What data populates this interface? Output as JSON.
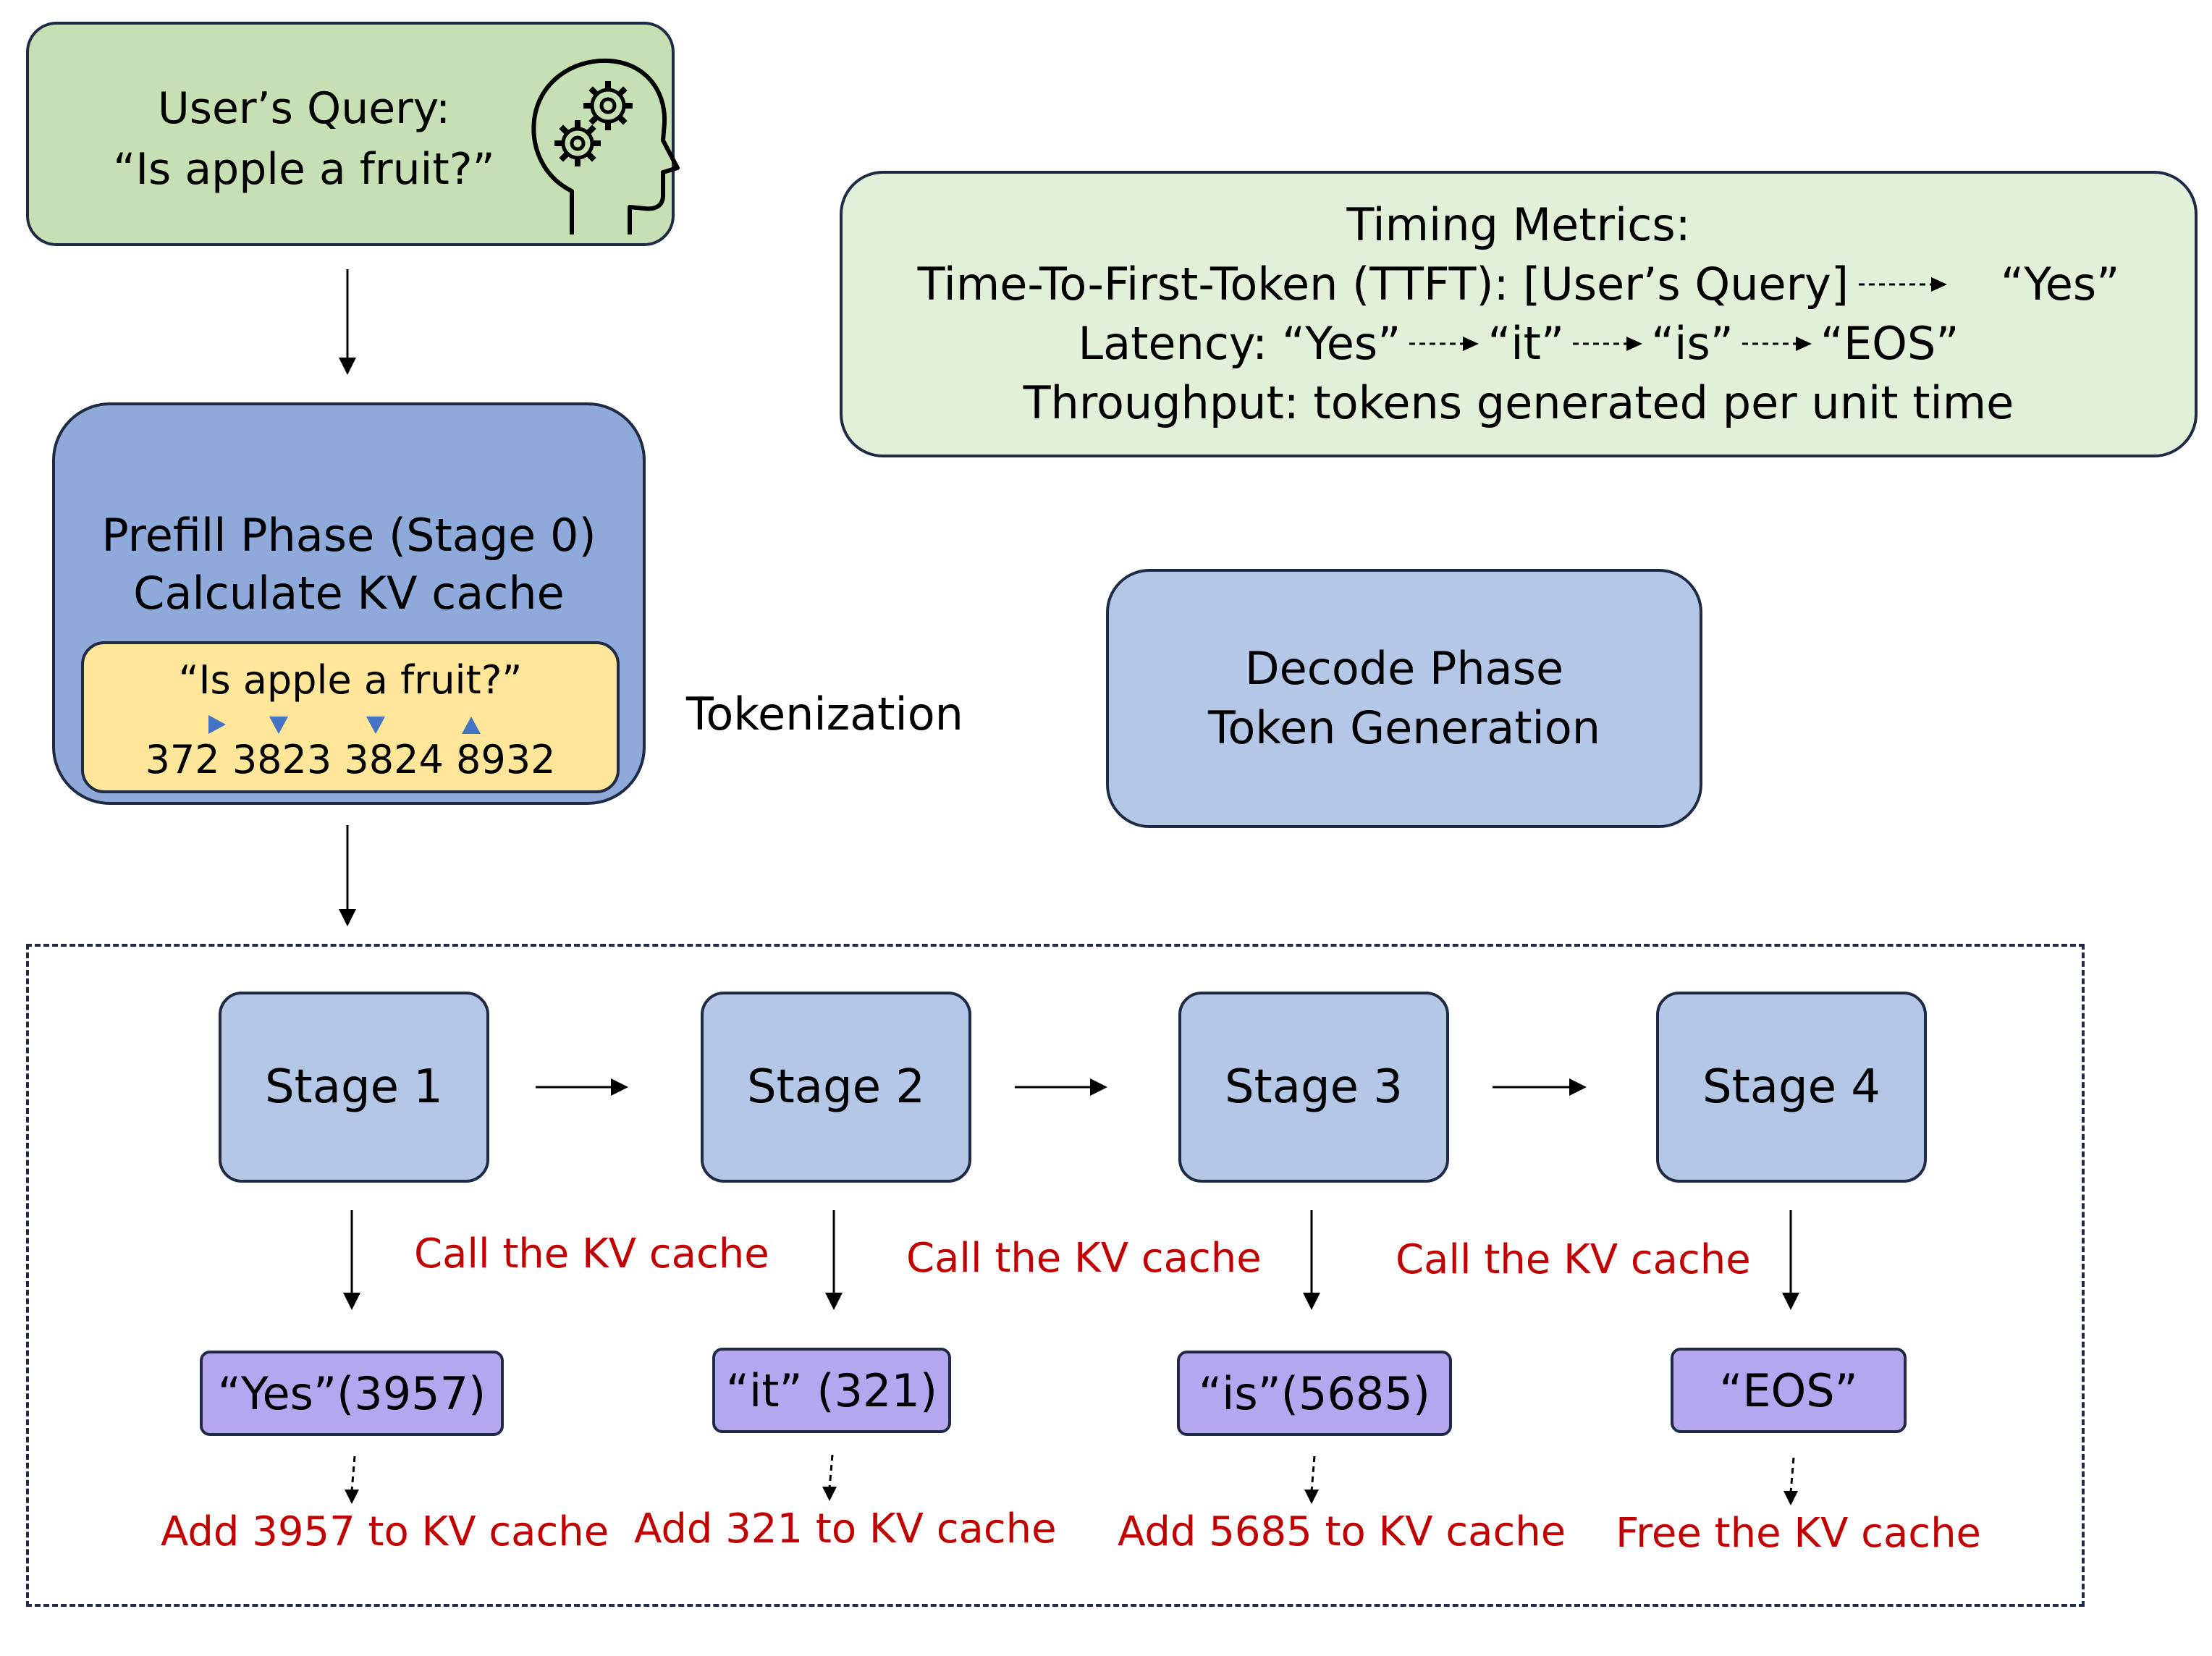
{
  "query": {
    "line1": "User’s Query:",
    "line2": "“Is apple a fruit?”",
    "icon": "head-with-gears-icon"
  },
  "metrics": {
    "title": "Timing Metrics:",
    "ttft_label": "Time-To-First-Token (TTFT): [User’s Query]",
    "ttft_target": "“Yes”",
    "latency_label": "Latency:",
    "latency_tokens": [
      "“Yes”",
      "“it”",
      "“is”",
      "“EOS”"
    ],
    "throughput": "Throughput:  tokens generated per unit time"
  },
  "prefill": {
    "line1": "Prefill Phase (Stage 0)",
    "line2": "Calculate KV cache",
    "token_text": "“Is apple a fruit?”",
    "token_ids": "372 3823 3824 8932"
  },
  "tokenization_label": "Tokenization",
  "decode": {
    "line1": "Decode Phase",
    "line2": "Token Generation"
  },
  "stages": [
    "Stage 1",
    "Stage 2",
    "Stage 3",
    "Stage 4"
  ],
  "call_labels": [
    "Call the KV cache",
    "Call the KV cache",
    "Call the KV cache"
  ],
  "outputs": [
    "“Yes”(3957)",
    "“it” (321)",
    "“is”(5685)",
    "“EOS”"
  ],
  "cache_actions": [
    "Add 3957 to KV cache",
    "Add 321 to KV cache",
    "Add 5685 to KV cache",
    "Free the KV cache"
  ],
  "colors": {
    "query_bg": "#c6e0b4",
    "metrics_bg": "#e2efd9",
    "prefill_bg": "#8eaadb",
    "token_bg": "#ffe699",
    "stage_bg": "#b4c7e7",
    "output_bg": "#b4a7f0",
    "red_text": "#c00000",
    "border": "#1f2a44"
  }
}
